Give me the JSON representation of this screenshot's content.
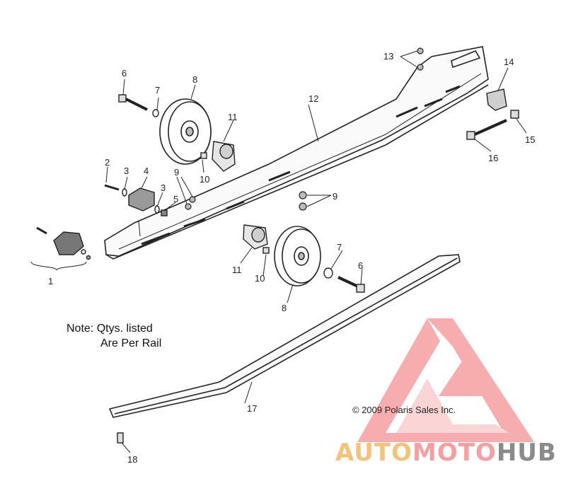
{
  "diagram": {
    "callouts": [
      "1",
      "2",
      "3",
      "3",
      "4",
      "5",
      "6",
      "6",
      "7",
      "7",
      "8",
      "8",
      "9",
      "9",
      "10",
      "10",
      "11",
      "11",
      "12",
      "13",
      "14",
      "15",
      "16",
      "17",
      "18"
    ],
    "note_line1": "Note: Qtys. listed",
    "note_line2": "Are Per Rail",
    "copyright": "© 2009 Polaris Sales Inc."
  },
  "watermark": {
    "part1": "AUTO",
    "part2": "MOTO",
    "part3": "HUB",
    "colors": {
      "orange": "#f5c27a",
      "pink": "#f4a0a0",
      "gray": "#8a8a8a",
      "triangle": "#f26b6b"
    }
  }
}
